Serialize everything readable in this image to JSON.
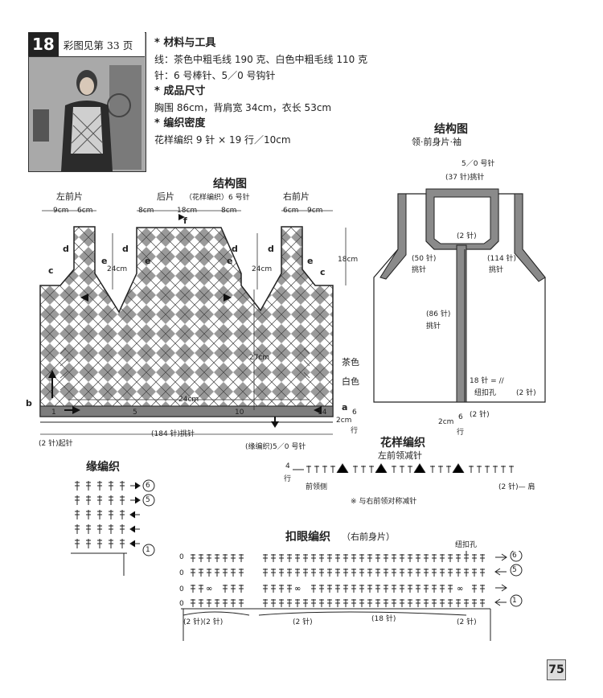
{
  "pattern_no": "18",
  "color_ref": "彩图见第 33 页",
  "materials": {
    "heading": "* 材料与工具",
    "yarn": "线：茶色中粗毛线 190 克、白色中粗毛线 110 克",
    "needles": "针：6 号棒针、5／0 号钩针",
    "size_heading": "* 成品尺寸",
    "size": "胸围 86cm，背肩宽 34cm，衣长 53cm",
    "gauge_heading": "* 编织密度",
    "gauge": "花样编织  9 针 × 19 行／10cm"
  },
  "main_diagram": {
    "title": "结构图",
    "left_front": "左前片",
    "back": "后片",
    "back_note": "（花样编织）6 号针",
    "right_front": "右前片",
    "w9": "9cm",
    "w6": "6cm",
    "w8": "8cm",
    "w18": "18cm",
    "h24": "24cm",
    "h18": "18cm",
    "h27": "27cm",
    "w24": "24cm",
    "tea": "茶色",
    "white": "白色",
    "cast_on": "(2 针)起针",
    "pickup184": "(184 针)挑针",
    "edge_note": "(缘编织)5／0 号针",
    "h2cm": "2cm",
    "h6rows": "6",
    "rows": "行",
    "nums": [
      "1",
      "5",
      "10",
      "14"
    ],
    "letters": [
      "a",
      "b",
      "c",
      "d",
      "e",
      "f"
    ]
  },
  "small_diagram": {
    "title": "结构图",
    "subtitle": "领·前身片·袖",
    "hook": "5／0 号针",
    "p37": "(37 针)挑针",
    "p2": "(2 针)",
    "p50": "(50 针)",
    "p114": "(114 针)",
    "p86": "(86 针)",
    "pick": "挑针",
    "p18": "18 针 = //",
    "buttonhole": "纽扣孔",
    "p2b": "(2 针)",
    "c2": "2cm",
    "r6": "6",
    "row": "行"
  },
  "flower": {
    "title": "花样编织",
    "subtitle": "左前领减针",
    "row4": "4",
    "row_word": "行",
    "front": "前领侧",
    "shoulder": "(2 针)— 肩",
    "note": "※ 与右前领对称减针"
  },
  "edge": {
    "title": "缘编织",
    "rows": [
      "6",
      "5",
      "1"
    ]
  },
  "buttonband": {
    "title": "扣眼编织",
    "subtitle": "（右前身片）",
    "buttonhole": "纽扣孔",
    "c1": "(2 针)(2 针)",
    "c2": "(2 针)",
    "c3": "(18 针)",
    "c4": "(2 针)",
    "rows": [
      "6",
      "5",
      "1"
    ]
  },
  "page_number": "75",
  "colors": {
    "brown": "#8a8a8a",
    "white": "#ffffff",
    "line": "#222222"
  }
}
